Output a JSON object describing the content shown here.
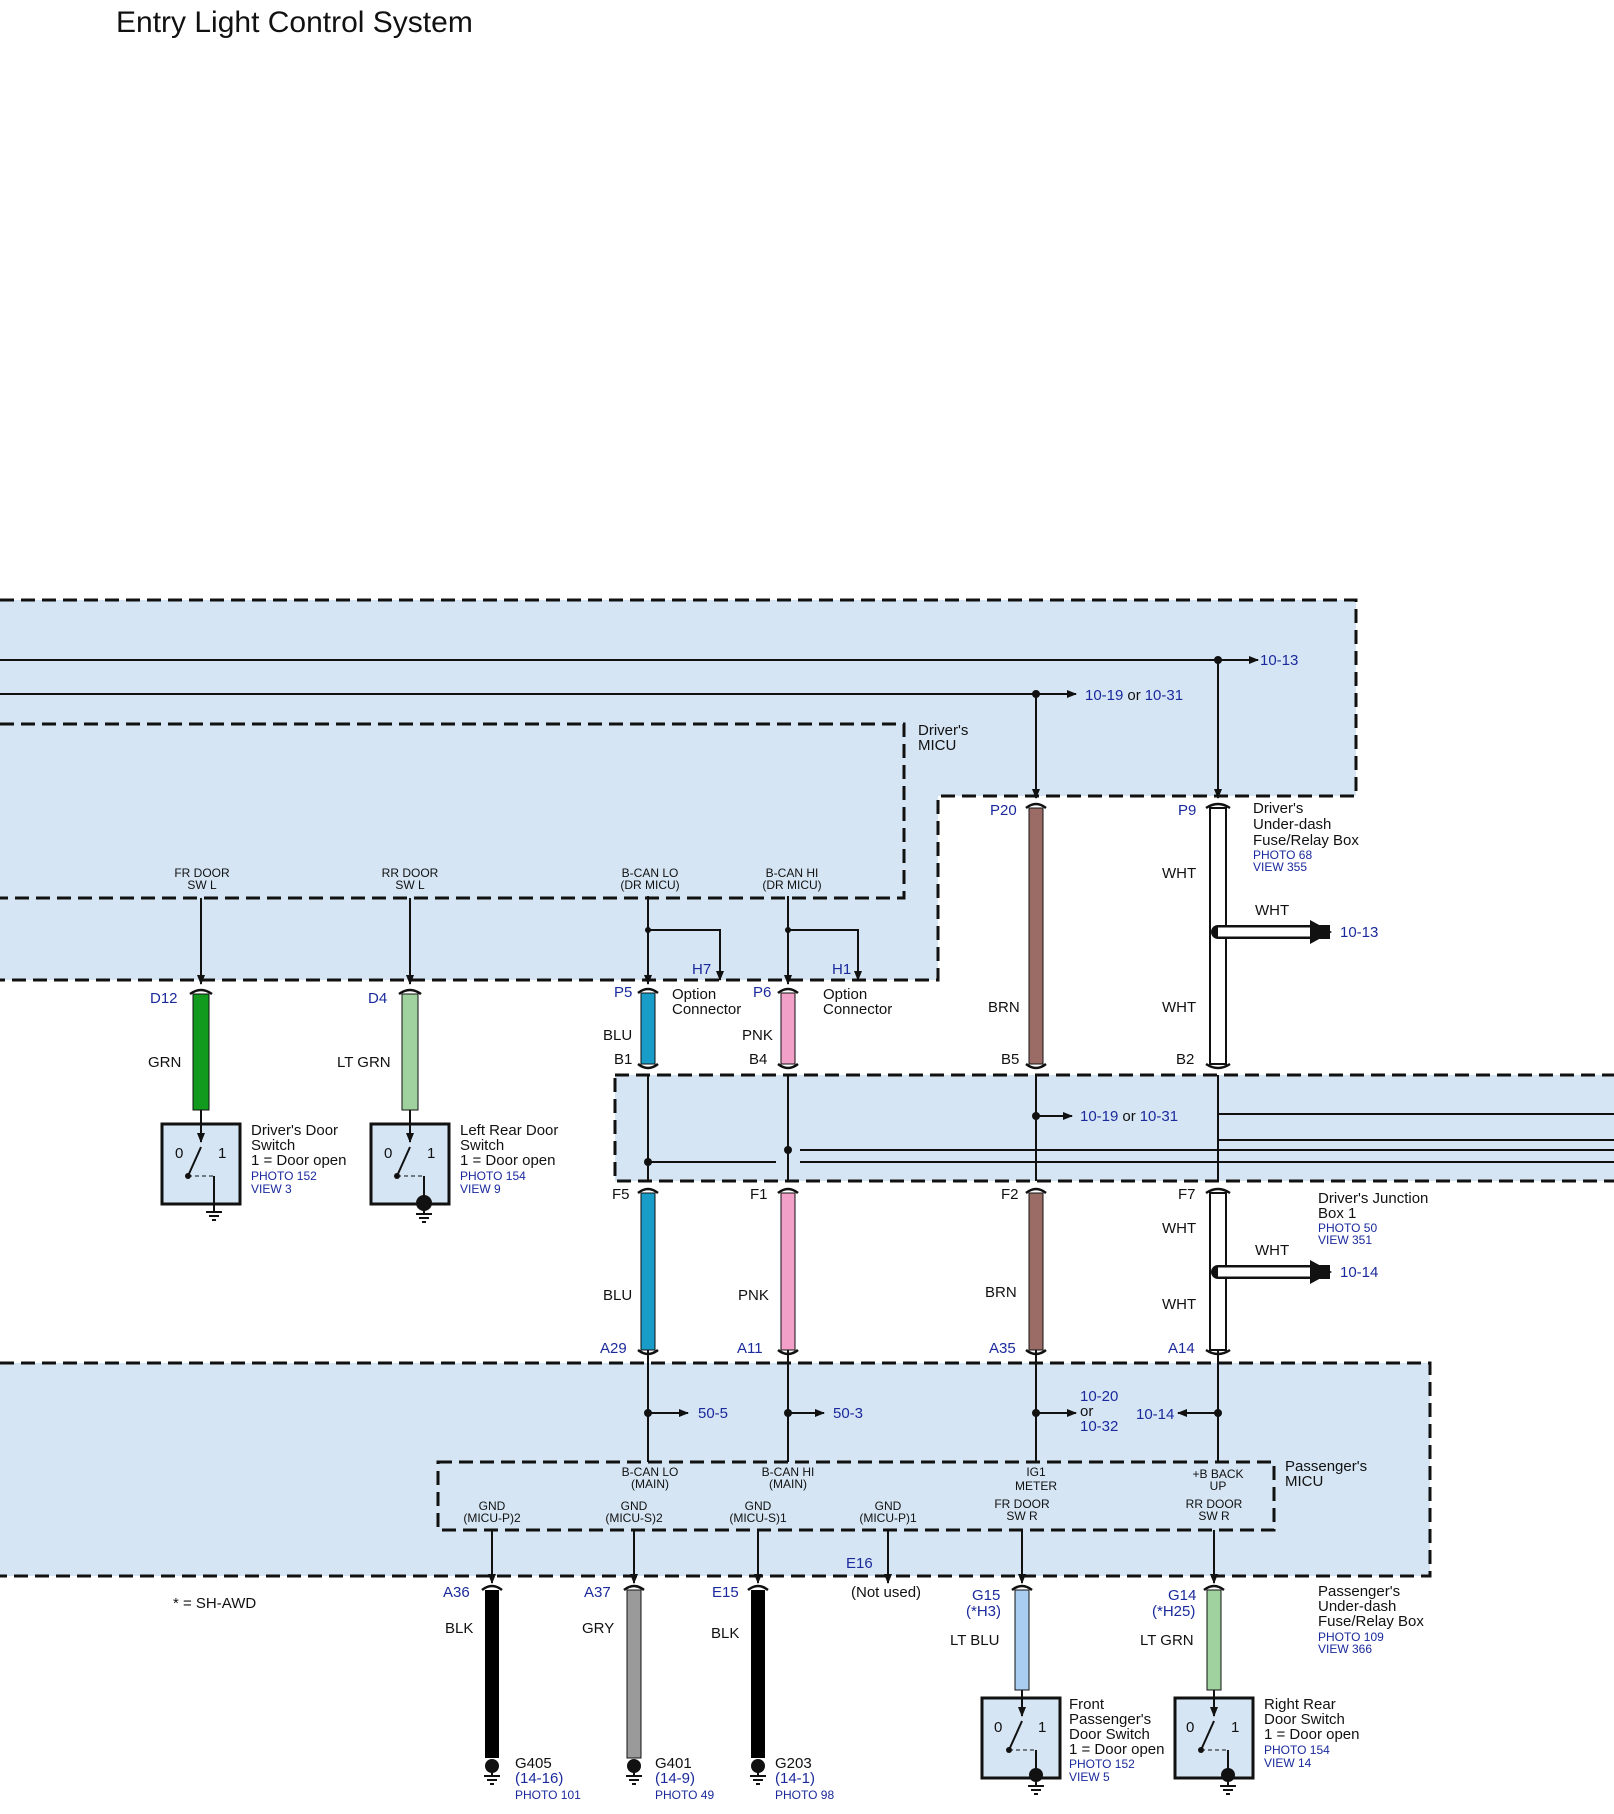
{
  "title": "Entry Light Control System",
  "colors": {
    "panel": "#d5e5f4",
    "GRN": "#119a1e",
    "LT GRN": "#9fd29f",
    "BLU": "#1a9cc9",
    "PNK": "#f3a0c8",
    "BRN": "#9b6b66",
    "BLK": "#000000",
    "GRY": "#9a9a9a",
    "LT BLU": "#a8cdf0",
    "WHT": "#ffffff",
    "ref": "#1a2a9c"
  },
  "refs": {
    "r1013a": "10-13",
    "r1019a": "10-19",
    "or": "or",
    "r1031a": "10-31",
    "r1013b": "10-13",
    "r1019b": "10-19",
    "r1031b": "10-31",
    "r1014a": "10-14",
    "r505": "50-5",
    "r503": "50-3",
    "r1020": "10-20",
    "r1032": "10-32",
    "r1014b": "10-14"
  },
  "components": {
    "drv_micu": [
      "Driver's",
      "MICU"
    ],
    "drv_fuse": [
      "Driver's",
      "Under-dash",
      "Fuse/Relay Box"
    ],
    "drv_fuse_photo": [
      "PHOTO 68",
      "VIEW 355"
    ],
    "junction": [
      "Driver's Junction",
      "Box 1"
    ],
    "junction_photo": [
      "PHOTO 50",
      "VIEW 351"
    ],
    "pass_micu": [
      "Passenger's",
      "MICU"
    ],
    "pass_fuse": [
      "Passenger's",
      "Under-dash",
      "Fuse/Relay Box"
    ],
    "pass_fuse_photo": [
      "PHOTO 109",
      "VIEW 366"
    ],
    "option": [
      "Option",
      "Connector"
    ],
    "sh_awd": "* = SH-AWD",
    "not_used": "(Not used)"
  },
  "pins": {
    "fr_door_l": [
      "FR DOOR",
      "SW L"
    ],
    "rr_door_l": [
      "RR DOOR",
      "SW L"
    ],
    "bcan_lo_dr": [
      "B-CAN LO",
      "(DR MICU)"
    ],
    "bcan_hi_dr": [
      "B-CAN HI",
      "(DR MICU)"
    ],
    "bcan_lo_main": [
      "B-CAN LO",
      "(MAIN)"
    ],
    "bcan_hi_main": [
      "B-CAN HI",
      "(MAIN)"
    ],
    "ig1": [
      "IG1",
      "METER"
    ],
    "bbackup": [
      "+B BACK",
      "UP"
    ],
    "gnd_p2": [
      "GND",
      "(MICU-P)2"
    ],
    "gnd_s2": [
      "GND",
      "(MICU-S)2"
    ],
    "gnd_s1": [
      "GND",
      "(MICU-S)1"
    ],
    "gnd_p1": [
      "GND",
      "(MICU-P)1"
    ],
    "fr_door_r": [
      "FR DOOR",
      "SW R"
    ],
    "rr_door_r": [
      "RR DOOR",
      "SW R"
    ]
  },
  "connectors": {
    "P20": "P20",
    "P9": "P9",
    "D12": "D12",
    "D4": "D4",
    "P5": "P5",
    "P6": "P6",
    "H7": "H7",
    "H1": "H1",
    "B1": "B1",
    "B4": "B4",
    "B5": "B5",
    "B2": "B2",
    "F5": "F5",
    "F1": "F1",
    "F2": "F2",
    "F7": "F7",
    "A29": "A29",
    "A11": "A11",
    "A35": "A35",
    "A14": "A14",
    "A36": "A36",
    "A37": "A37",
    "E15": "E15",
    "E16": "E16",
    "G15": "G15",
    "H3": "(*H3)",
    "G14": "G14",
    "H25": "(*H25)"
  },
  "wires": {
    "wht": "WHT",
    "grn": "GRN",
    "ltgrn": "LT GRN",
    "blu": "BLU",
    "pnk": "PNK",
    "brn": "BRN",
    "blk": "BLK",
    "gry": "GRY",
    "ltblu": "LT BLU"
  },
  "switches": {
    "drv": {
      "name": [
        "Driver's Door",
        "Switch",
        "1 = Door open"
      ],
      "ref": [
        "PHOTO 152",
        "VIEW 3"
      ]
    },
    "lr": {
      "name": [
        "Left Rear Door",
        "Switch",
        "1 = Door open"
      ],
      "ref": [
        "PHOTO 154",
        "VIEW 9"
      ]
    },
    "fp": {
      "name": [
        "Front",
        "Passenger's",
        "Door Switch",
        "1 = Door open"
      ],
      "ref": [
        "PHOTO 152",
        "VIEW 5"
      ]
    },
    "rr": {
      "name": [
        "Right Rear",
        "Door Switch",
        "1 = Door open"
      ],
      "ref": [
        "PHOTO 154",
        "VIEW 14"
      ]
    },
    "zero": "0",
    "one": "1"
  },
  "grounds": {
    "g405": {
      "id": "G405",
      "loc": "(14-16)",
      "photo": "PHOTO 101"
    },
    "g401": {
      "id": "G401",
      "loc": "(14-9)",
      "photo": "PHOTO 49"
    },
    "g203": {
      "id": "G203",
      "loc": "(14-1)",
      "photo": "PHOTO 98"
    }
  }
}
